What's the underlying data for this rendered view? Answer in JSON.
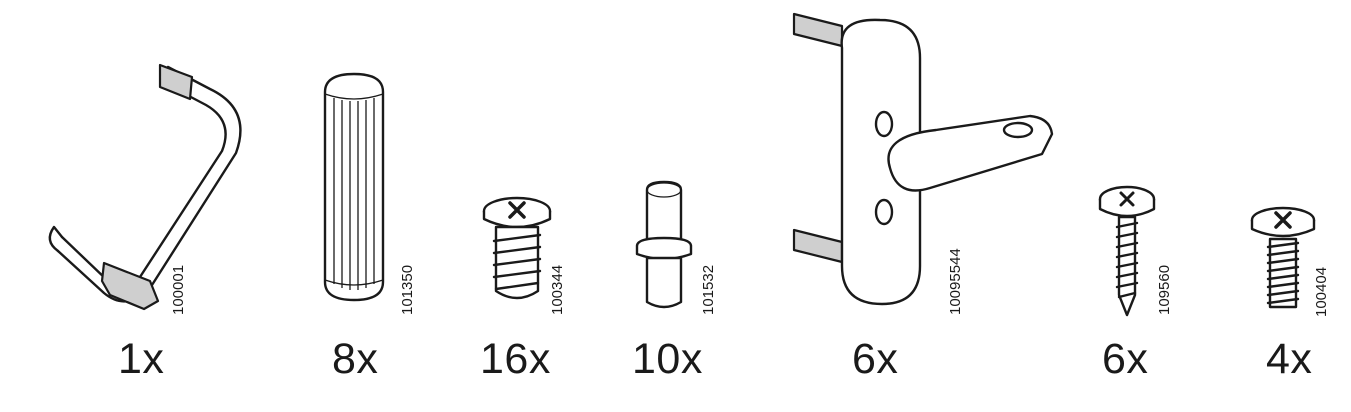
{
  "parts": [
    {
      "icon": "hex-key-icon",
      "quantity": "1x",
      "article": "100001"
    },
    {
      "icon": "wooden-dowel-icon",
      "quantity": "8x",
      "article": "101350"
    },
    {
      "icon": "screw-icon",
      "quantity": "16x",
      "article": "100344"
    },
    {
      "icon": "shelf-pin-icon",
      "quantity": "10x",
      "article": "101532"
    },
    {
      "icon": "bracket-icon",
      "quantity": "6x",
      "article": "10095544"
    },
    {
      "icon": "wood-screw-icon",
      "quantity": "6x",
      "article": "109560"
    },
    {
      "icon": "machine-screw-icon",
      "quantity": "4x",
      "article": "100404"
    }
  ]
}
